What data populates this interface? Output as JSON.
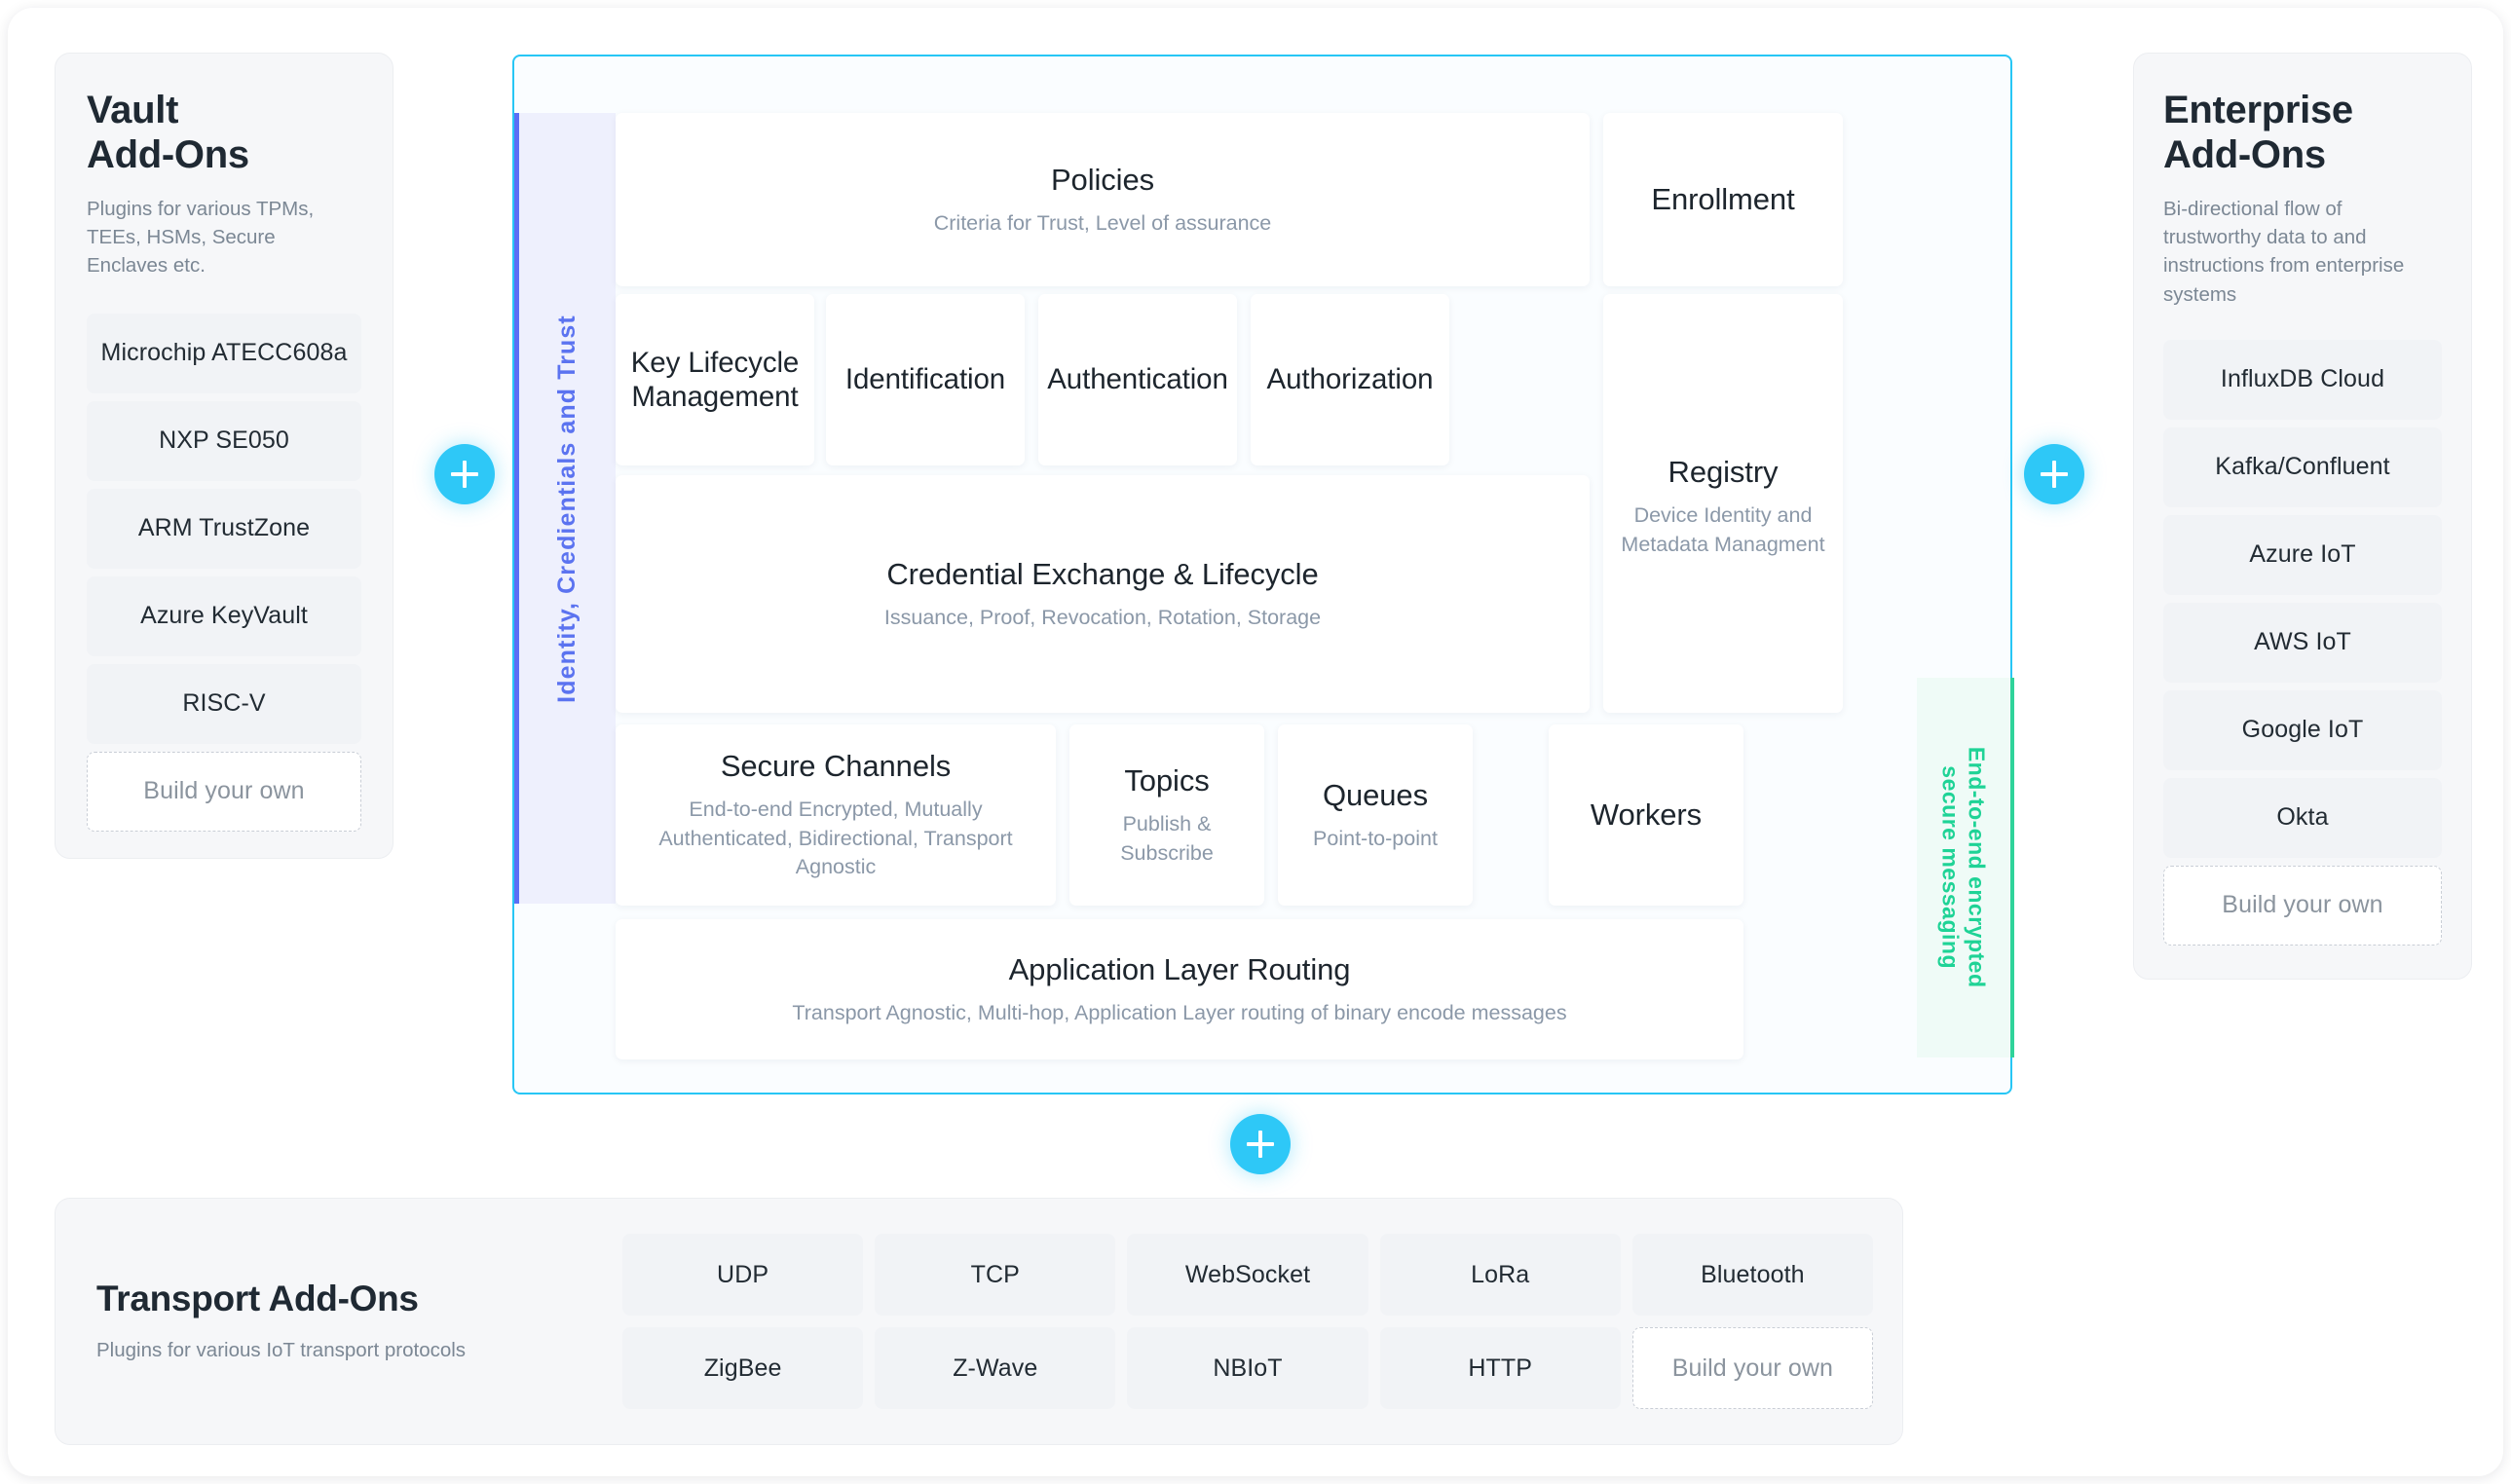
{
  "vault": {
    "title_line1": "Vault",
    "title_line2": "Add-Ons",
    "subtitle": "Plugins for various TPMs, TEEs, HSMs, Secure Enclaves etc.",
    "items": [
      {
        "label": "Microchip ATECC608a",
        "ghost": false
      },
      {
        "label": "NXP SE050",
        "ghost": false
      },
      {
        "label": "ARM TrustZone",
        "ghost": false
      },
      {
        "label": "Azure KeyVault",
        "ghost": false
      },
      {
        "label": "RISC-V",
        "ghost": false
      },
      {
        "label": "Build your own",
        "ghost": true
      }
    ]
  },
  "enterprise": {
    "title_line1": "Enterprise",
    "title_line2": "Add-Ons",
    "subtitle": "Bi-directional flow of trustworthy data to and instructions from enterprise systems",
    "items": [
      {
        "label": "InfluxDB Cloud",
        "ghost": false
      },
      {
        "label": "Kafka/Confluent",
        "ghost": false
      },
      {
        "label": "Azure IoT",
        "ghost": false
      },
      {
        "label": "AWS IoT",
        "ghost": false
      },
      {
        "label": "Google IoT",
        "ghost": false
      },
      {
        "label": "Okta",
        "ghost": false
      },
      {
        "label": "Build your own",
        "ghost": true
      }
    ]
  },
  "transport": {
    "title": "Transport Add-Ons",
    "subtitle": "Plugins for various IoT transport protocols",
    "items": [
      {
        "label": "UDP",
        "ghost": false
      },
      {
        "label": "TCP",
        "ghost": false
      },
      {
        "label": "WebSocket",
        "ghost": false
      },
      {
        "label": "LoRa",
        "ghost": false
      },
      {
        "label": "Bluetooth",
        "ghost": false
      },
      {
        "label": "ZigBee",
        "ghost": false
      },
      {
        "label": "Z-Wave",
        "ghost": false
      },
      {
        "label": "NBIoT",
        "ghost": false
      },
      {
        "label": "HTTP",
        "ghost": false
      },
      {
        "label": "Build your own",
        "ghost": true
      }
    ]
  },
  "central": {
    "identity_strip_label": "Identity, Credientials and Trust",
    "e2e_strip_label_line1": "End-to-end encrypted",
    "e2e_strip_label_line2": "secure messaging",
    "cards": {
      "policies": {
        "title": "Policies",
        "subtitle": "Criteria for Trust, Level of assurance"
      },
      "enrollment": {
        "title": "Enrollment",
        "subtitle": ""
      },
      "key_lifecycle": {
        "title": "Key Lifecycle Management",
        "subtitle": ""
      },
      "identification": {
        "title": "Identification",
        "subtitle": ""
      },
      "authentication": {
        "title": "Authentication",
        "subtitle": ""
      },
      "authorization": {
        "title": "Authorization",
        "subtitle": ""
      },
      "registry": {
        "title": "Registry",
        "subtitle": "Device Identity and Metadata Managment"
      },
      "credential_exchange": {
        "title": "Credential Exchange & Lifecycle",
        "subtitle": "Issuance, Proof, Revocation, Rotation, Storage"
      },
      "secure_channels": {
        "title": "Secure Channels",
        "subtitle": "End-to-end Encrypted, Mutually Authenticated, Bidirectional, Transport Agnostic"
      },
      "topics": {
        "title": "Topics",
        "subtitle": "Publish & Subscribe"
      },
      "queues": {
        "title": "Queues",
        "subtitle": "Point-to-point"
      },
      "workers": {
        "title": "Workers",
        "subtitle": ""
      },
      "routing": {
        "title": "Application Layer Routing",
        "subtitle": "Transport Agnostic, Multi-hop, Application Layer routing of binary encode messages"
      }
    }
  },
  "plus_buttons": {
    "left_label": "+",
    "right_label": "+",
    "bottom_label": "+"
  },
  "colors": {
    "central_border": "#27c6f5",
    "identity_accent": "#5b6ef5",
    "e2e_accent": "#2fd39a",
    "plus_button": "#2ec8f7",
    "panel_bg": "#f6f7f9",
    "chip_bg": "#f1f3f6"
  }
}
